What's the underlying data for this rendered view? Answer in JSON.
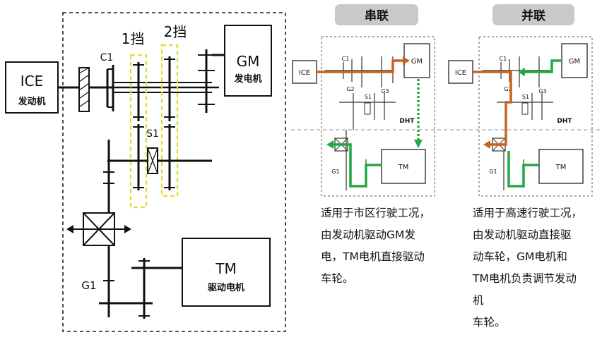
{
  "left_diagram": {
    "ice": {
      "label": "ICE",
      "sublabel": "发动机"
    },
    "gm": {
      "label": "GM",
      "sublabel": "发电机"
    },
    "tm": {
      "label": "TM",
      "sublabel": "驱动电机"
    },
    "c1": "C1",
    "s1": "S1",
    "g1": "G1",
    "gear1": "1挡",
    "gear2": "2挡"
  },
  "series_panel": {
    "tab": "串联",
    "ice": "ICE",
    "gm": "GM",
    "tm": "TM",
    "dht": "DHT",
    "c1": "C1",
    "g2": "G2",
    "g3": "G3",
    "s1": "S1",
    "g1": "G1",
    "caption_lines": [
      "适用于市区行驶工况，",
      "由发动机驱动GM发",
      "电，TM电机直接驱动",
      "车轮。"
    ]
  },
  "parallel_panel": {
    "tab": "并联",
    "ice": "ICE",
    "gm": "GM",
    "tm": "TM",
    "dht": "DHT",
    "c1": "C1",
    "g2": "G2",
    "g3": "G3",
    "s1": "S1",
    "g1": "G1",
    "caption_lines": [
      "适用于高速行驶工况，",
      "由发动机驱动直接驱",
      "动车轮，GM电机和",
      "TM电机负责调节发动",
      "机",
      "车轮。"
    ]
  },
  "colors": {
    "engine_flow": "#c8631e",
    "electric_flow": "#22a844",
    "highlight": "#e6dc2e",
    "tab_bg": "#c9c9c9"
  }
}
